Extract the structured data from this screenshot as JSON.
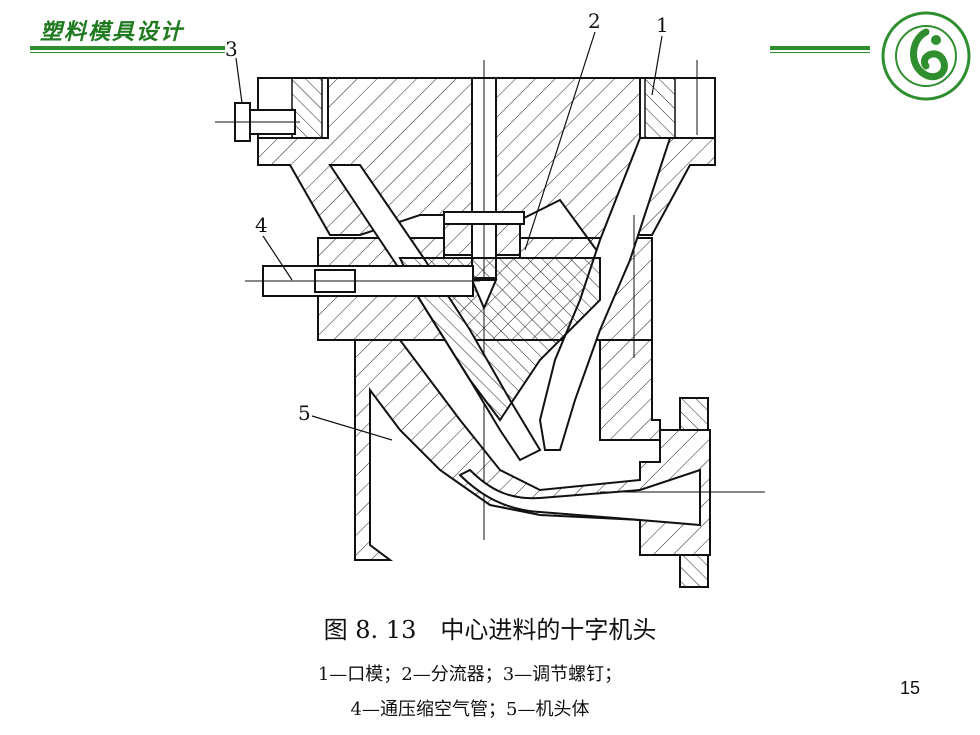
{
  "header": {
    "title": "塑料模具设计",
    "accent_color": "#2f8f2f"
  },
  "callouts": {
    "n1": "1",
    "n2": "2",
    "n3": "3",
    "n4": "4",
    "n5": "5"
  },
  "caption": {
    "title": "图 8. 13　中心进料的十字机头",
    "line1": "1—口模；2—分流器；3—调节螺钉；",
    "line2": "4—通压缩空气管；5—机头体"
  },
  "page_number": "15"
}
